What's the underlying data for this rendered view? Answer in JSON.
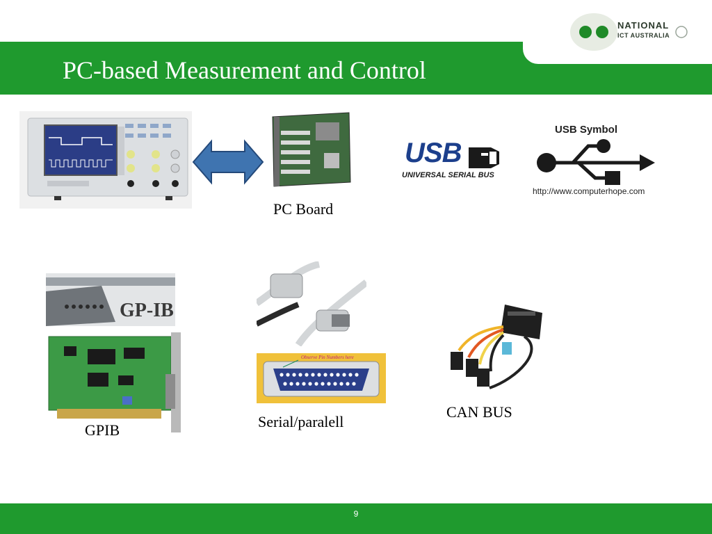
{
  "slide": {
    "title": "PC-based Measurement and Control",
    "page_number": "9"
  },
  "logo": {
    "line1": "NATIONAL",
    "line2": "ICT AUSTRALIA"
  },
  "usb_logo": {
    "text": "USB",
    "subtext": "UNIVERSAL SERIAL BUS"
  },
  "usb_symbol": {
    "title": "USB Symbol",
    "url": "http://www.computerhope.com"
  },
  "gpib_image": {
    "label": "GP-IB"
  },
  "serial_image": {
    "note": "Observe Pin Numbers here"
  },
  "captions": {
    "pc_board": "PC Board",
    "gpib": "GPIB",
    "serial": "Serial/paralell",
    "can_bus": "CAN BUS"
  },
  "colors": {
    "brand_green": "#1f9a2e",
    "arrow_blue": "#3f74b0"
  }
}
